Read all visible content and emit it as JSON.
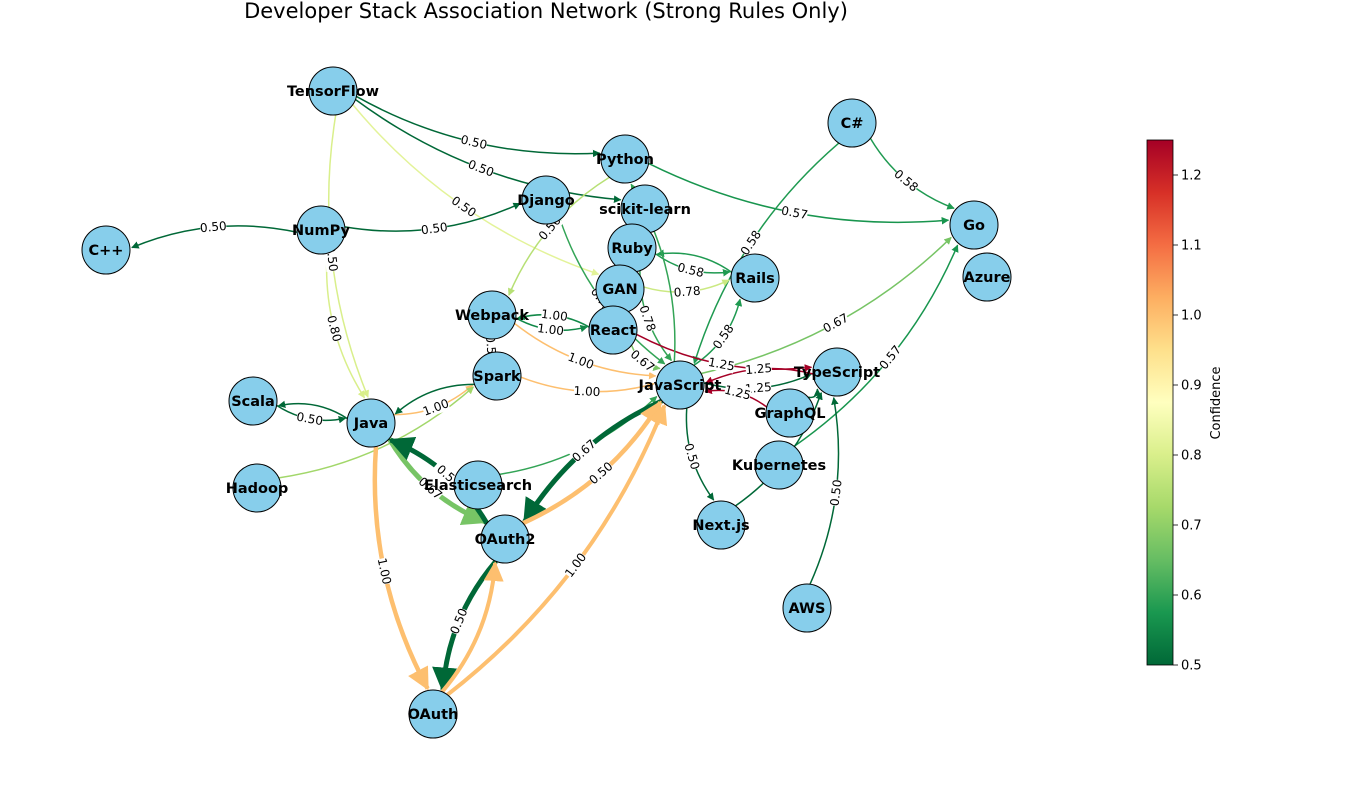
{
  "title": "Developer Stack Association Network (Strong Rules Only)",
  "colorbar": {
    "label": "Confidence",
    "min": 0.5,
    "max": 1.25,
    "ticks": [
      "0.5",
      "0.6",
      "0.7",
      "0.8",
      "0.9",
      "1.0",
      "1.1",
      "1.2"
    ],
    "colors": [
      "#006837",
      "#1a9850",
      "#66bd63",
      "#a6d96a",
      "#d9ef8b",
      "#ffffbf",
      "#fee08b",
      "#fdae61",
      "#f46d43",
      "#d73027",
      "#a50026"
    ]
  },
  "node_color": "#87ceeb",
  "nodes": [
    {
      "id": "TensorFlow",
      "label": "TensorFlow"
    },
    {
      "id": "Python",
      "label": "Python"
    },
    {
      "id": "C#",
      "label": "C#"
    },
    {
      "id": "Go",
      "label": "Go"
    },
    {
      "id": "Azure",
      "label": "Azure"
    },
    {
      "id": "Django",
      "label": "Django"
    },
    {
      "id": "scikit-learn",
      "label": "scikit-learn"
    },
    {
      "id": "NumPy",
      "label": "NumPy"
    },
    {
      "id": "C++",
      "label": "C++"
    },
    {
      "id": "Ruby",
      "label": "Ruby"
    },
    {
      "id": "Rails",
      "label": "Rails"
    },
    {
      "id": "GAN",
      "label": "GAN"
    },
    {
      "id": "Webpack",
      "label": "Webpack"
    },
    {
      "id": "React",
      "label": "React"
    },
    {
      "id": "Spark",
      "label": "Spark"
    },
    {
      "id": "JavaScript",
      "label": "JavaScript"
    },
    {
      "id": "TypeScript",
      "label": "TypeScript"
    },
    {
      "id": "GraphQL",
      "label": "GraphQL"
    },
    {
      "id": "Scala",
      "label": "Scala"
    },
    {
      "id": "Java",
      "label": "Java"
    },
    {
      "id": "Kubernetes",
      "label": "Kubernetes"
    },
    {
      "id": "Hadoop",
      "label": "Hadoop"
    },
    {
      "id": "Elasticsearch",
      "label": "Elasticsearch"
    },
    {
      "id": "Next.js",
      "label": "Next.js"
    },
    {
      "id": "OAuth2",
      "label": "OAuth2"
    },
    {
      "id": "AWS",
      "label": "AWS"
    },
    {
      "id": "OAuth",
      "label": "OAuth"
    }
  ],
  "edges": [
    {
      "source": "TensorFlow",
      "target": "Python",
      "label": "0.50",
      "confidence": 0.5
    },
    {
      "source": "TensorFlow",
      "target": "scikit-learn",
      "label": "0.50",
      "confidence": 0.5
    },
    {
      "source": "TensorFlow",
      "target": "GAN",
      "label": "0.50",
      "confidence": 0.82
    },
    {
      "source": "TensorFlow",
      "target": "Java",
      "label": "0.50",
      "confidence": 0.8
    },
    {
      "source": "NumPy",
      "target": "C++",
      "label": "0.50",
      "confidence": 0.5
    },
    {
      "source": "NumPy",
      "target": "Django",
      "label": "0.50",
      "confidence": 0.5
    },
    {
      "source": "NumPy",
      "target": "Java",
      "label": "0.80",
      "confidence": 0.8
    },
    {
      "source": "Python",
      "target": "Go",
      "label": "0.57",
      "confidence": 0.57
    },
    {
      "source": "Python",
      "target": "Webpack",
      "label": "0.56",
      "confidence": 0.75
    },
    {
      "source": "C#",
      "target": "Go",
      "label": "0.58",
      "confidence": 0.58
    },
    {
      "source": "C#",
      "target": "JavaScript",
      "label": "0.58",
      "confidence": 0.58
    },
    {
      "source": "Django",
      "target": "JavaScript",
      "label": "0.75",
      "confidence": 0.6
    },
    {
      "source": "Ruby",
      "target": "Rails",
      "label": "0.58",
      "confidence": 0.58
    },
    {
      "source": "Rails",
      "target": "Ruby",
      "label": "",
      "confidence": 0.58
    },
    {
      "source": "GAN",
      "target": "Rails",
      "label": "0.78",
      "confidence": 0.78
    },
    {
      "source": "Ruby",
      "target": "JavaScript",
      "label": "0.78",
      "confidence": 0.6
    },
    {
      "source": "JavaScript",
      "target": "Rails",
      "label": "0.58",
      "confidence": 0.58
    },
    {
      "source": "React",
      "target": "Webpack",
      "label": "1.00",
      "confidence": 0.55
    },
    {
      "source": "Webpack",
      "target": "React",
      "label": "1.00",
      "confidence": 0.55
    },
    {
      "source": "Webpack",
      "target": "JavaScript",
      "label": "1.00",
      "confidence": 1.0
    },
    {
      "source": "Webpack",
      "target": "Spark",
      "label": "0.5",
      "confidence": 0.55
    },
    {
      "source": "Spark",
      "target": "JavaScript",
      "label": "1.00",
      "confidence": 1.0
    },
    {
      "source": "React",
      "target": "JavaScript",
      "label": "0.67",
      "confidence": 0.67
    },
    {
      "source": "React",
      "target": "TypeScript",
      "label": "1.25",
      "confidence": 1.25
    },
    {
      "source": "JavaScript",
      "target": "TypeScript",
      "label": "1.25",
      "confidence": 0.5
    },
    {
      "source": "TypeScript",
      "target": "JavaScript",
      "label": "1.25",
      "confidence": 1.25
    },
    {
      "source": "GraphQL",
      "target": "JavaScript",
      "label": "1.25",
      "confidence": 1.25
    },
    {
      "source": "JavaScript",
      "target": "Go",
      "label": "0.67",
      "confidence": 0.67
    },
    {
      "source": "Kubernetes",
      "target": "Go",
      "label": "0.57",
      "confidence": 0.57
    },
    {
      "source": "Java",
      "target": "Spark",
      "label": "1.00",
      "confidence": 1.0
    },
    {
      "source": "Spark",
      "target": "Java",
      "label": "",
      "confidence": 0.5
    },
    {
      "source": "Scala",
      "target": "Java",
      "label": "0.50",
      "confidence": 0.5
    },
    {
      "source": "Java",
      "target": "Scala",
      "label": "",
      "confidence": 0.5
    },
    {
      "source": "Hadoop",
      "target": "Spark",
      "label": "",
      "confidence": 0.72
    },
    {
      "source": "Java",
      "target": "OAuth2",
      "label": "0.67",
      "confidence": 0.67
    },
    {
      "source": "OAuth2",
      "target": "Java",
      "label": "0.5",
      "confidence": 0.5
    },
    {
      "source": "Java",
      "target": "OAuth",
      "label": "1.00",
      "confidence": 1.0
    },
    {
      "source": "Elasticsearch",
      "target": "JavaScript",
      "label": "",
      "confidence": 0.6
    },
    {
      "source": "JavaScript",
      "target": "OAuth2",
      "label": "0.67",
      "confidence": 0.5
    },
    {
      "source": "OAuth2",
      "target": "JavaScript",
      "label": "0.50",
      "confidence": 1.0
    },
    {
      "source": "OAuth",
      "target": "JavaScript",
      "label": "1.00",
      "confidence": 1.0
    },
    {
      "source": "OAuth2",
      "target": "OAuth",
      "label": "0.50",
      "confidence": 0.5
    },
    {
      "source": "OAuth",
      "target": "OAuth2",
      "label": "",
      "confidence": 1.0
    },
    {
      "source": "JavaScript",
      "target": "Next.js",
      "label": "0.50",
      "confidence": 0.5
    },
    {
      "source": "AWS",
      "target": "TypeScript",
      "label": "0.50",
      "confidence": 0.5
    },
    {
      "source": "GraphQL",
      "target": "TypeScript",
      "label": "",
      "confidence": 0.5
    },
    {
      "source": "Next.js",
      "target": "TypeScript",
      "label": "",
      "confidence": 0.5
    },
    {
      "source": "JavaScript",
      "target": "Python",
      "label": "",
      "confidence": 0.6
    }
  ]
}
